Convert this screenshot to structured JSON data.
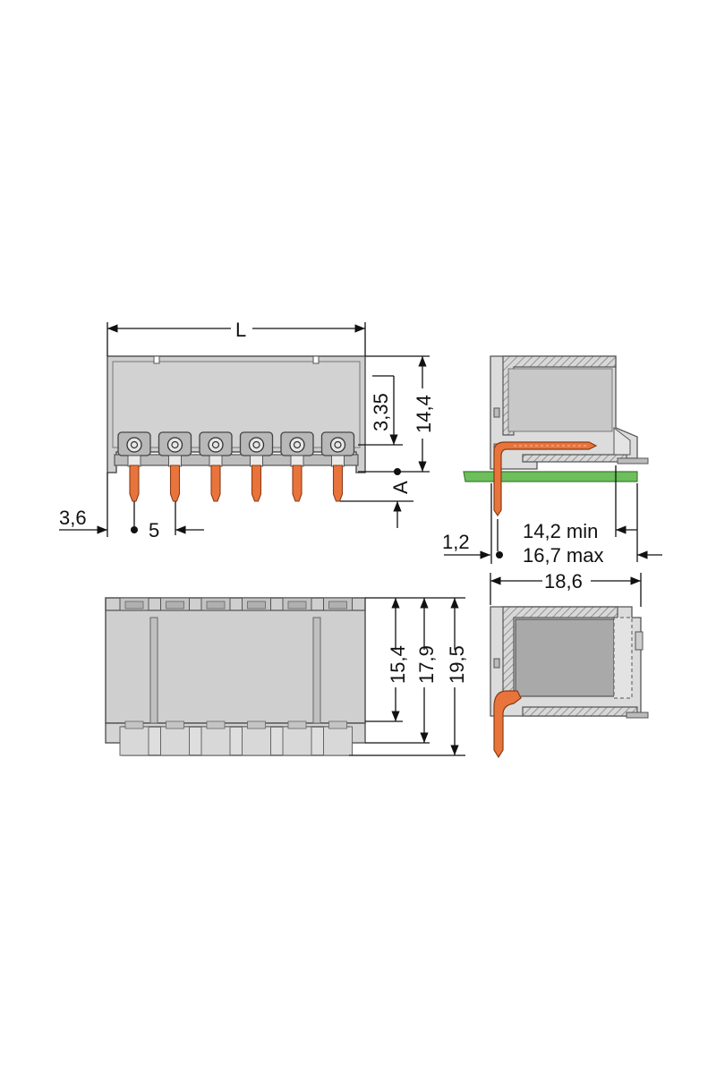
{
  "colors": {
    "housing": "#cfcfcf",
    "housing_outline": "#555555",
    "pin": "#e8743c",
    "pcb": "#6cbf5a",
    "dimension_line": "#111111"
  },
  "pin_count": 6,
  "dimensions": {
    "overall_length": "L",
    "pin_offset": "3,6",
    "pitch": "5",
    "height_to_pin_center": "3,35",
    "housing_height": "14,4",
    "board_marker": "A",
    "pin_setback": "1,2",
    "side_min": "14,2 min",
    "side_max": "16,7 max",
    "side_depth": "18,6",
    "top_depth_1": "15,4",
    "top_depth_2": "17,9",
    "top_depth_3": "19,5"
  }
}
